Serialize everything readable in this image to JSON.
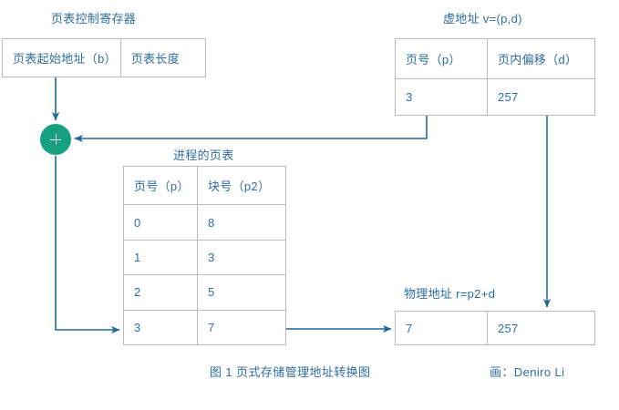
{
  "theme": {
    "text_color": "#2e6da4",
    "border_color": "#b9b9b9",
    "edge_color": "#1f6b96",
    "adder_fill": "#17a080",
    "background": "#ffffff"
  },
  "labels": {
    "page_table_control_register": "页表控制寄存器",
    "virtual_address": "虚地址 v=(p,d)",
    "process_page_table": "进程的页表",
    "physical_address": "物理地址 r=p2+d"
  },
  "register_table": {
    "name": "页表控制寄存器",
    "headers": [
      "页表起始地址（b）",
      "页表长度"
    ]
  },
  "virtual_address_table": {
    "name": "虚地址 v=(p,d)",
    "headers": [
      "页号（p）",
      "页内偏移（d）"
    ],
    "values": [
      "3",
      "257"
    ]
  },
  "page_table": {
    "name": "进程的页表",
    "headers": [
      "页号（p）",
      "块号（p2）"
    ],
    "rows": [
      {
        "p": "0",
        "p2": "8"
      },
      {
        "p": "1",
        "p2": "3"
      },
      {
        "p": "2",
        "p2": "5"
      },
      {
        "p": "3",
        "p2": "7"
      }
    ]
  },
  "physical_address_table": {
    "name": "物理地址 r=p2+d",
    "values": [
      "7",
      "257"
    ]
  },
  "adder": {
    "symbol": "+",
    "name": "adder-node"
  },
  "footer": {
    "figure_caption": "图 1  页式存储管理地址转换图",
    "author_credit": "画：Deniro Li"
  }
}
